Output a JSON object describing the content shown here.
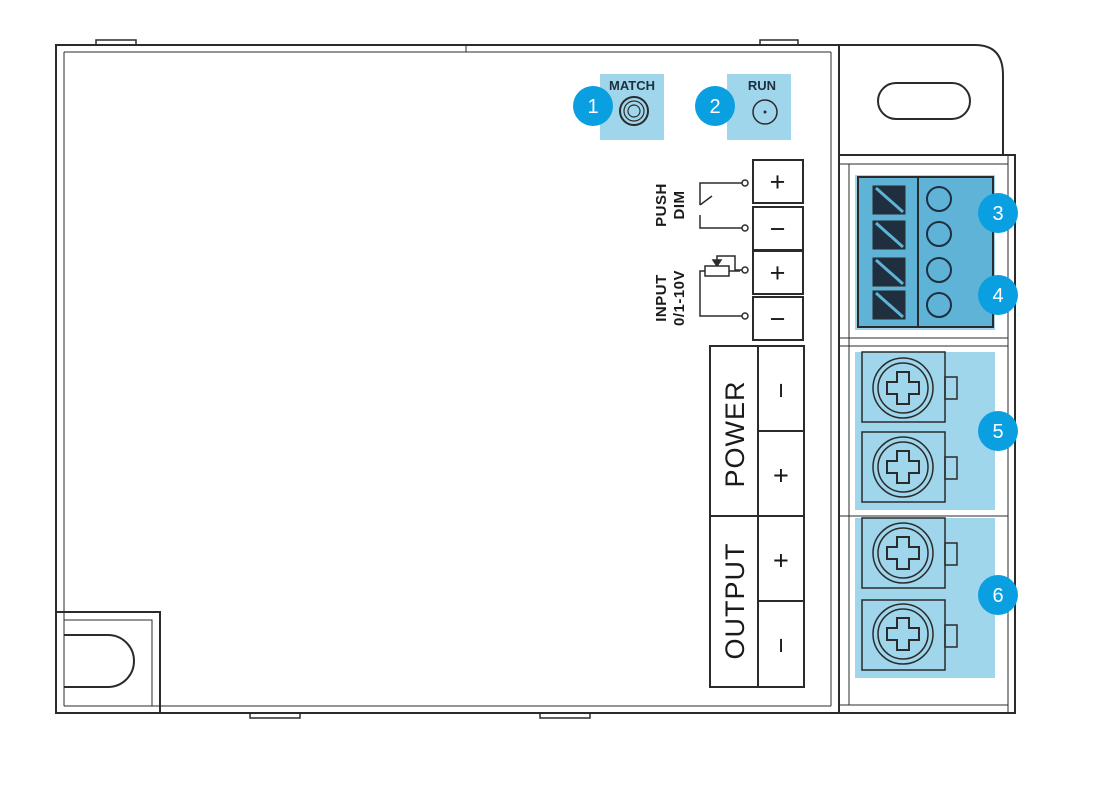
{
  "leds": [
    {
      "label": "MATCH",
      "badge": "1"
    },
    {
      "label": "RUN",
      "badge": "2"
    }
  ],
  "signal_labels": {
    "push_dim_line1": "PUSH",
    "push_dim_line2": "DIM",
    "input_line1": "INPUT",
    "input_line2": "0/1-10V"
  },
  "signal_terminals": [
    "+",
    "−",
    "+",
    "−"
  ],
  "power_block": {
    "label": "POWER",
    "signs": [
      "−",
      "+"
    ]
  },
  "output_block": {
    "label": "OUTPUT",
    "signs": [
      "+",
      "−"
    ]
  },
  "terminal_badges": [
    "3",
    "4",
    "5",
    "6"
  ],
  "colors": {
    "badge": "#0a9fe0",
    "highlight": "#9fd6ec",
    "terminal_block": "#5fb3d6",
    "outline": "#2b2b2b"
  }
}
